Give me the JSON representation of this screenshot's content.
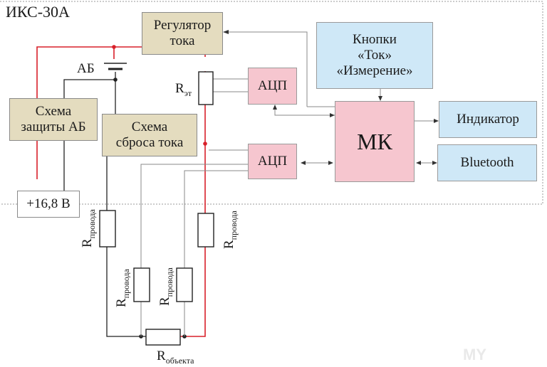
{
  "title": "ИКС-30А",
  "blocks": {
    "current_regulator": "Регулятор\nтока",
    "buttons": "Кнопки\n«Ток»\n«Измерение»",
    "battery_protection": "Схема\nзащиты АБ",
    "current_reset": "Схема\nсброса тока",
    "adc_top": "АЦП",
    "adc_bottom": "АЦП",
    "mcu": "МК",
    "indicator": "Индикатор",
    "bluetooth": "Bluetooth",
    "power": "+16,8 В"
  },
  "labels": {
    "battery": "АБ",
    "r_ref": "R",
    "r_ref_sub": "эт",
    "r_wire": "R",
    "r_wire_sub": "провода",
    "r_object": "R",
    "r_object_sub": "объекта"
  },
  "watermark": "MY"
}
